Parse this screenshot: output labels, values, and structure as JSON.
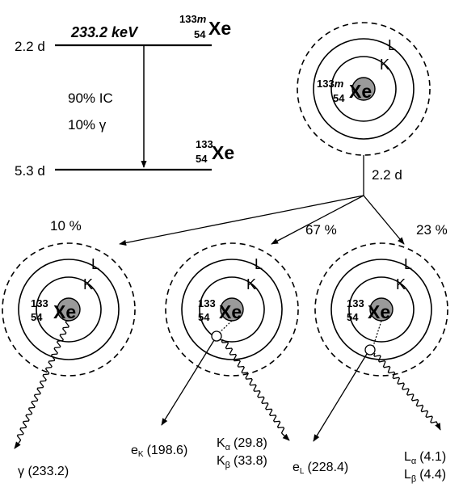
{
  "level_scheme": {
    "upper_halflife": "2.2 d",
    "lower_halflife": "5.3 d",
    "transition_energy": "233.2 keV",
    "ic_branch": "90% IC",
    "gamma_branch": "10% γ"
  },
  "nuclides": {
    "metastable": {
      "mass": "133",
      "state": "m",
      "z": "54",
      "symbol": "Xe"
    },
    "ground": {
      "mass": "133",
      "z": "54",
      "symbol": "Xe"
    }
  },
  "shells": {
    "k": "K",
    "l": "L"
  },
  "decay": {
    "halflife": "2.2 d",
    "branch_gamma": "10 %",
    "branch_k": "67 %",
    "branch_l": "23 %"
  },
  "emissions": {
    "gamma": "γ (233.2)",
    "eK_base": "e",
    "eK_sub": "K",
    "eK_value": "(198.6)",
    "ka_base": "K",
    "ka_sub": "α",
    "ka_value": "(29.8)",
    "kb_base": "K",
    "kb_sub": "β",
    "kb_value": "(33.8)",
    "eL_base": "e",
    "eL_sub": "L",
    "eL_value": "(228.4)",
    "la_base": "L",
    "la_sub": "α",
    "la_value": "(4.1)",
    "lb_base": "L",
    "lb_sub": "β",
    "lb_value": "(4.4)"
  },
  "colors": {
    "nucleus": "#9a9a9a",
    "line": "#000000"
  }
}
